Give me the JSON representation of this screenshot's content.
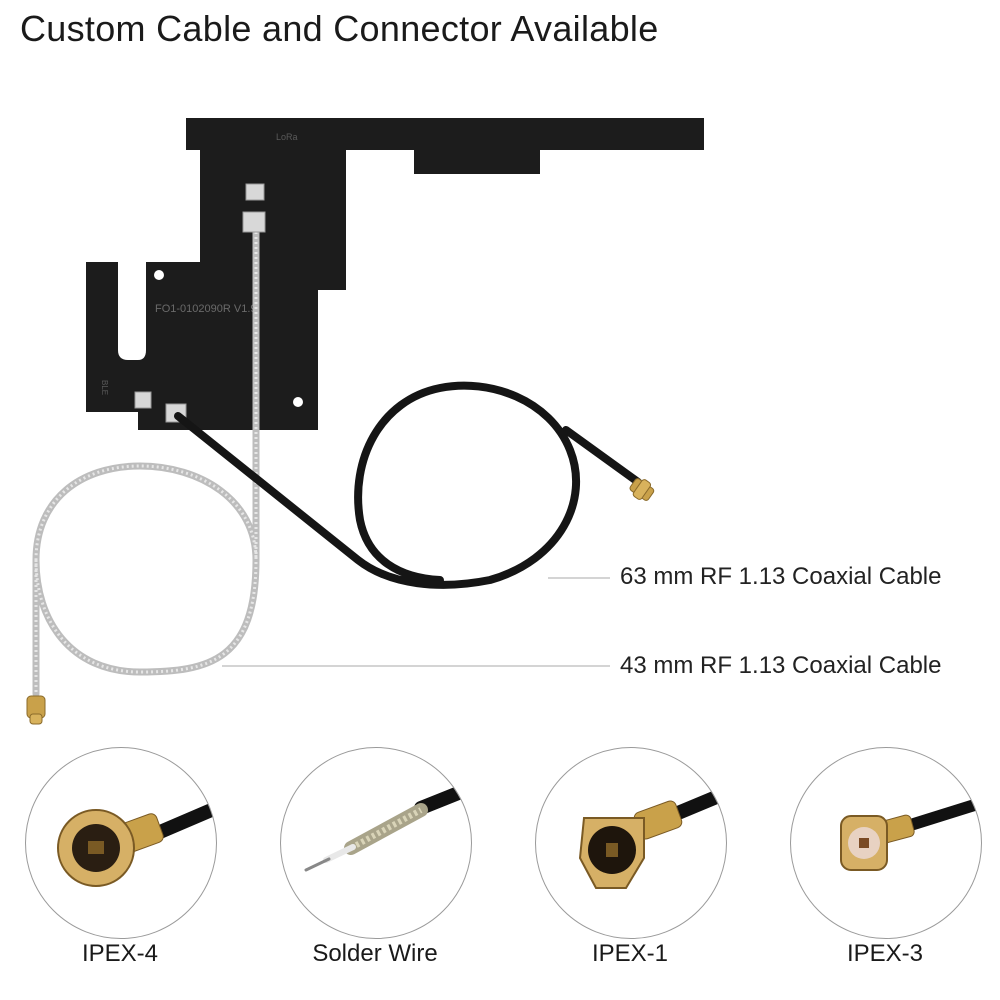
{
  "title": "Custom Cable and Connector Available",
  "antenna": {
    "label_top": "LoRa",
    "label_model": "FO1-0102090R   V1.9",
    "label_side": "BLE"
  },
  "callouts": [
    "63 mm RF 1.13 Coaxial Cable",
    "43 mm RF 1.13 Coaxial Cable"
  ],
  "connectors": [
    {
      "label": "IPEX-4",
      "icon": "ipex-4-connector-icon"
    },
    {
      "label": "Solder Wire",
      "icon": "solder-wire-icon"
    },
    {
      "label": "IPEX-1",
      "icon": "ipex-1-connector-icon"
    },
    {
      "label": "IPEX-3",
      "icon": "ipex-3-connector-icon"
    }
  ],
  "colors": {
    "antenna_body": "#1c1c1c",
    "black_cable": "#151515",
    "grey_cable": "#c9c9c9",
    "gold_connector": "#c9a14a"
  }
}
